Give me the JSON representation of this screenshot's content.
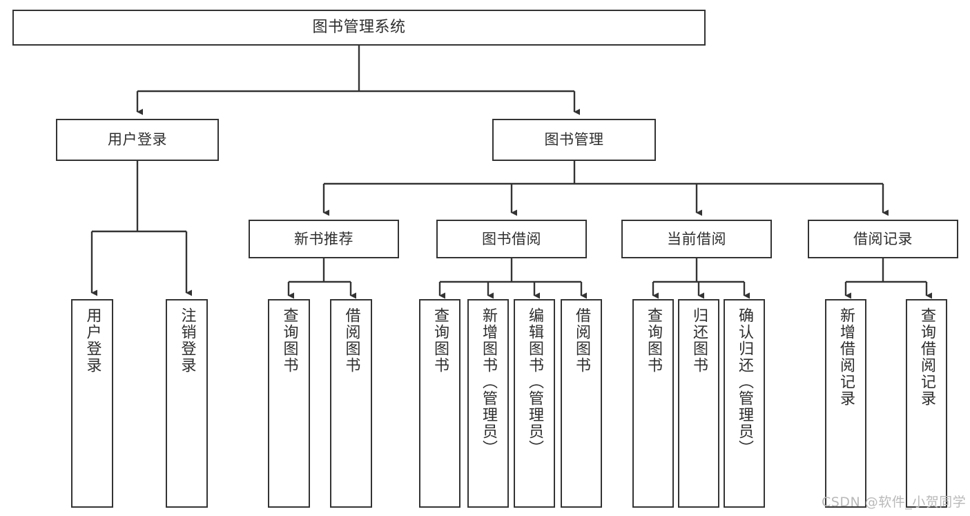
{
  "diagram": {
    "title": "图书管理系统",
    "type": "tree",
    "watermark": "CSDN @软件_小贺同学",
    "colors": {
      "box_border": "#333333",
      "box_fill": "#ffffff",
      "text": "#2e2e2e",
      "connector": "#333333",
      "watermark": "#b9b9b9",
      "background": "#ffffff"
    },
    "root": {
      "label": "图书管理系统"
    },
    "level2": [
      {
        "label": "用户登录"
      },
      {
        "label": "图书管理"
      }
    ],
    "level3": [
      {
        "label": "新书推荐"
      },
      {
        "label": "图书借阅"
      },
      {
        "label": "当前借阅"
      },
      {
        "label": "借阅记录"
      }
    ],
    "leaves": {
      "user_login": [
        {
          "label": "用户登录"
        },
        {
          "label": "注销登录"
        }
      ],
      "new_book_recommend": [
        {
          "label": "查询图书"
        },
        {
          "label": "借阅图书"
        }
      ],
      "book_borrow": [
        {
          "label": "查询图书"
        },
        {
          "label": "新增图书（管理员）"
        },
        {
          "label": "编辑图书（管理员）"
        },
        {
          "label": "借阅图书"
        }
      ],
      "current_borrow": [
        {
          "label": "查询图书"
        },
        {
          "label": "归还图书"
        },
        {
          "label": "确认归还（管理员）"
        }
      ],
      "borrow_record": [
        {
          "label": "新增借阅记录"
        },
        {
          "label": "查询借阅记录"
        }
      ]
    }
  }
}
